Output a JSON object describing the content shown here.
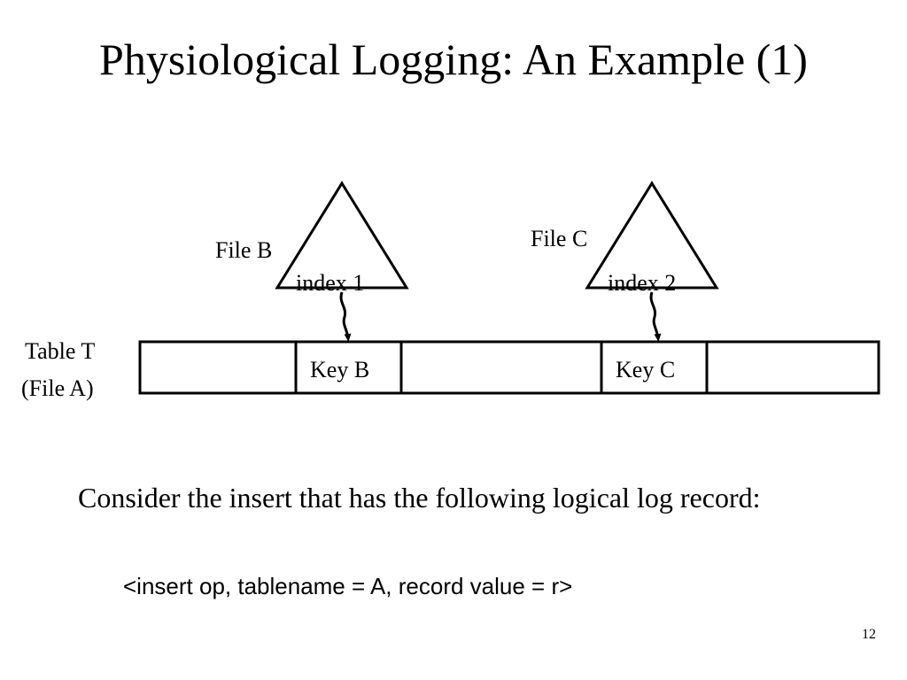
{
  "slide": {
    "title": "Physiological Logging: An Example (1)",
    "page_number": "12"
  },
  "diagram": {
    "index_trees": [
      {
        "file_label": "File B",
        "index_label": "index 1"
      },
      {
        "file_label": "File C",
        "index_label": "index 2"
      }
    ],
    "table": {
      "label_line1": "Table T",
      "label_line2": "(File A)",
      "key_cells": [
        "Key B",
        "Key C"
      ]
    }
  },
  "content": {
    "paragraph": "Consider the insert that has the following logical log record:",
    "log_record": "<insert op, tablename = A, record value = r>"
  }
}
